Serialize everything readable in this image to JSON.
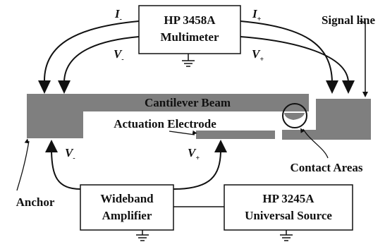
{
  "multimeter": {
    "line1": "HP 3458A",
    "line2": "Multimeter"
  },
  "amplifier": {
    "line1": "Wideband",
    "line2": "Amplifier"
  },
  "source": {
    "line1": "HP 3245A",
    "line2": "Universal Source"
  },
  "labels": {
    "cantilever_beam": "Cantilever Beam",
    "actuation_electrode": "Actuation Electrode",
    "signal_line": "Signal line",
    "contact_areas": "Contact Areas",
    "anchor": "Anchor"
  },
  "terminals": {
    "i_minus": {
      "main": "I",
      "sub": "-"
    },
    "i_plus": {
      "main": "I",
      "sub": "+"
    },
    "v_minus_top": {
      "main": "V",
      "sub": "-"
    },
    "v_plus_top": {
      "main": "V",
      "sub": "+"
    },
    "v_minus_bottom": {
      "main": "V",
      "sub": "-"
    },
    "v_plus_bottom": {
      "main": "V",
      "sub": "+"
    }
  },
  "colors": {
    "structure_fill": "#7f7f7f",
    "line": "#111111"
  }
}
